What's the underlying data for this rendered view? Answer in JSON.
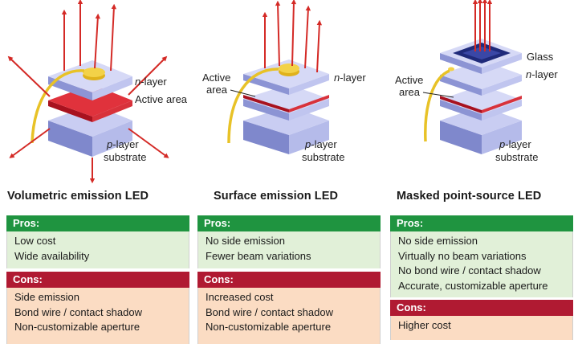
{
  "colors": {
    "pros_bar": "#1f9440",
    "cons_bar": "#b01a32",
    "pros_bg": "#e1f0d8",
    "cons_bg": "#fbdcc3",
    "arrow": "#d42a26",
    "layer": "#9ea6dd",
    "active": "#cc1f2a",
    "wire": "#e8c227"
  },
  "diagrams": [
    {
      "label_n_prefix": "n",
      "label_n_suffix": "-layer",
      "label_active": "Active area",
      "label_p_prefix": "p",
      "label_p_suffix": "-layer",
      "label_substrate": "substrate"
    },
    {
      "label_n_prefix": "n",
      "label_n_suffix": "-layer",
      "label_active_1": "Active",
      "label_active_2": "area",
      "label_p_prefix": "p",
      "label_p_suffix": "-layer",
      "label_substrate": "substrate"
    },
    {
      "label_glass": "Glass",
      "label_n_prefix": "n",
      "label_n_suffix": "-layer",
      "label_active_1": "Active",
      "label_active_2": "area",
      "label_p_prefix": "p",
      "label_p_suffix": "-layer",
      "label_substrate": "substrate"
    }
  ],
  "columns": [
    {
      "title": "Volumetric emission LED",
      "pros_label": "Pros:",
      "pros": [
        "Low cost",
        "Wide availability"
      ],
      "cons_label": "Cons:",
      "cons": [
        "Side emission",
        "Bond wire / contact shadow",
        "Non-customizable aperture"
      ]
    },
    {
      "title": "Surface emission LED",
      "pros_label": "Pros:",
      "pros": [
        "No side emission",
        "Fewer beam variations"
      ],
      "cons_label": "Cons:",
      "cons": [
        "Increased cost",
        "Bond wire / contact shadow",
        "Non-customizable aperture"
      ]
    },
    {
      "title": "Masked point-source LED",
      "pros_label": "Pros:",
      "pros": [
        "No side emission",
        "Virtually no beam variations",
        "No bond wire / contact shadow",
        "Accurate, customizable aperture"
      ],
      "cons_label": "Cons:",
      "cons": [
        "Higher cost"
      ]
    }
  ]
}
